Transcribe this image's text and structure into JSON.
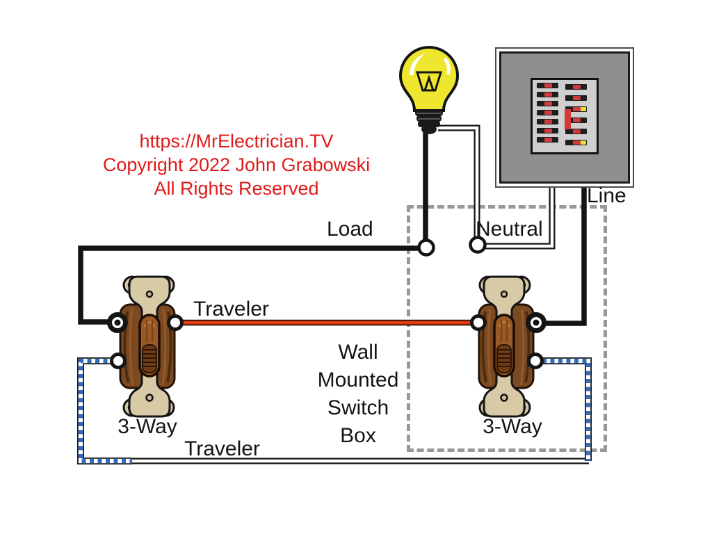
{
  "copyright": {
    "lines": [
      "https://MrElectrician.TV",
      "Copyright 2022 John Grabowski",
      "All Rights Reserved"
    ],
    "color": "#e01a1a"
  },
  "labels": {
    "load": "Load",
    "neutral": "Neutral",
    "line": "Line",
    "traveler_top": "Traveler",
    "traveler_bottom": "Traveler",
    "wall_box": [
      "Wall",
      "Mounted",
      "Switch",
      "Box"
    ],
    "switch_left": "3-Way",
    "switch_right": "3-Way"
  },
  "icons": {
    "light_bulb": "incandescent-bulb-drawing",
    "service_panel": "breaker-panel-drawing",
    "three_way_switch": "toggle-switch-side-drawing"
  },
  "colors": {
    "wire_black": "#141414",
    "neutral_white": "#ffffff",
    "traveler_red": "#e23b14",
    "traveler_blue": "#2f6bbf",
    "box_dash_gray": "#989898",
    "panel_gray": "#8f8f8f",
    "bulb_yellow": "#efe72f",
    "switch_tan": "#d9caa7",
    "switch_brown": "#7c4a22",
    "copyright_red": "#e01a1a"
  },
  "panel": {
    "breakers_left": [
      {
        "nub": "red"
      },
      {
        "nub": "red"
      },
      {
        "nub": "red"
      },
      {
        "nub": "red"
      },
      {
        "nub": "red"
      },
      {
        "nub": "red"
      },
      {
        "nub": "red"
      }
    ],
    "breakers_right": [
      {
        "nub": "red"
      },
      {
        "nub": "red"
      },
      {
        "nub": "red",
        "extra": "yellow"
      },
      {
        "nub": "red"
      },
      {
        "nub": "red"
      },
      {
        "nub": "red",
        "extra": "yellow"
      }
    ]
  }
}
